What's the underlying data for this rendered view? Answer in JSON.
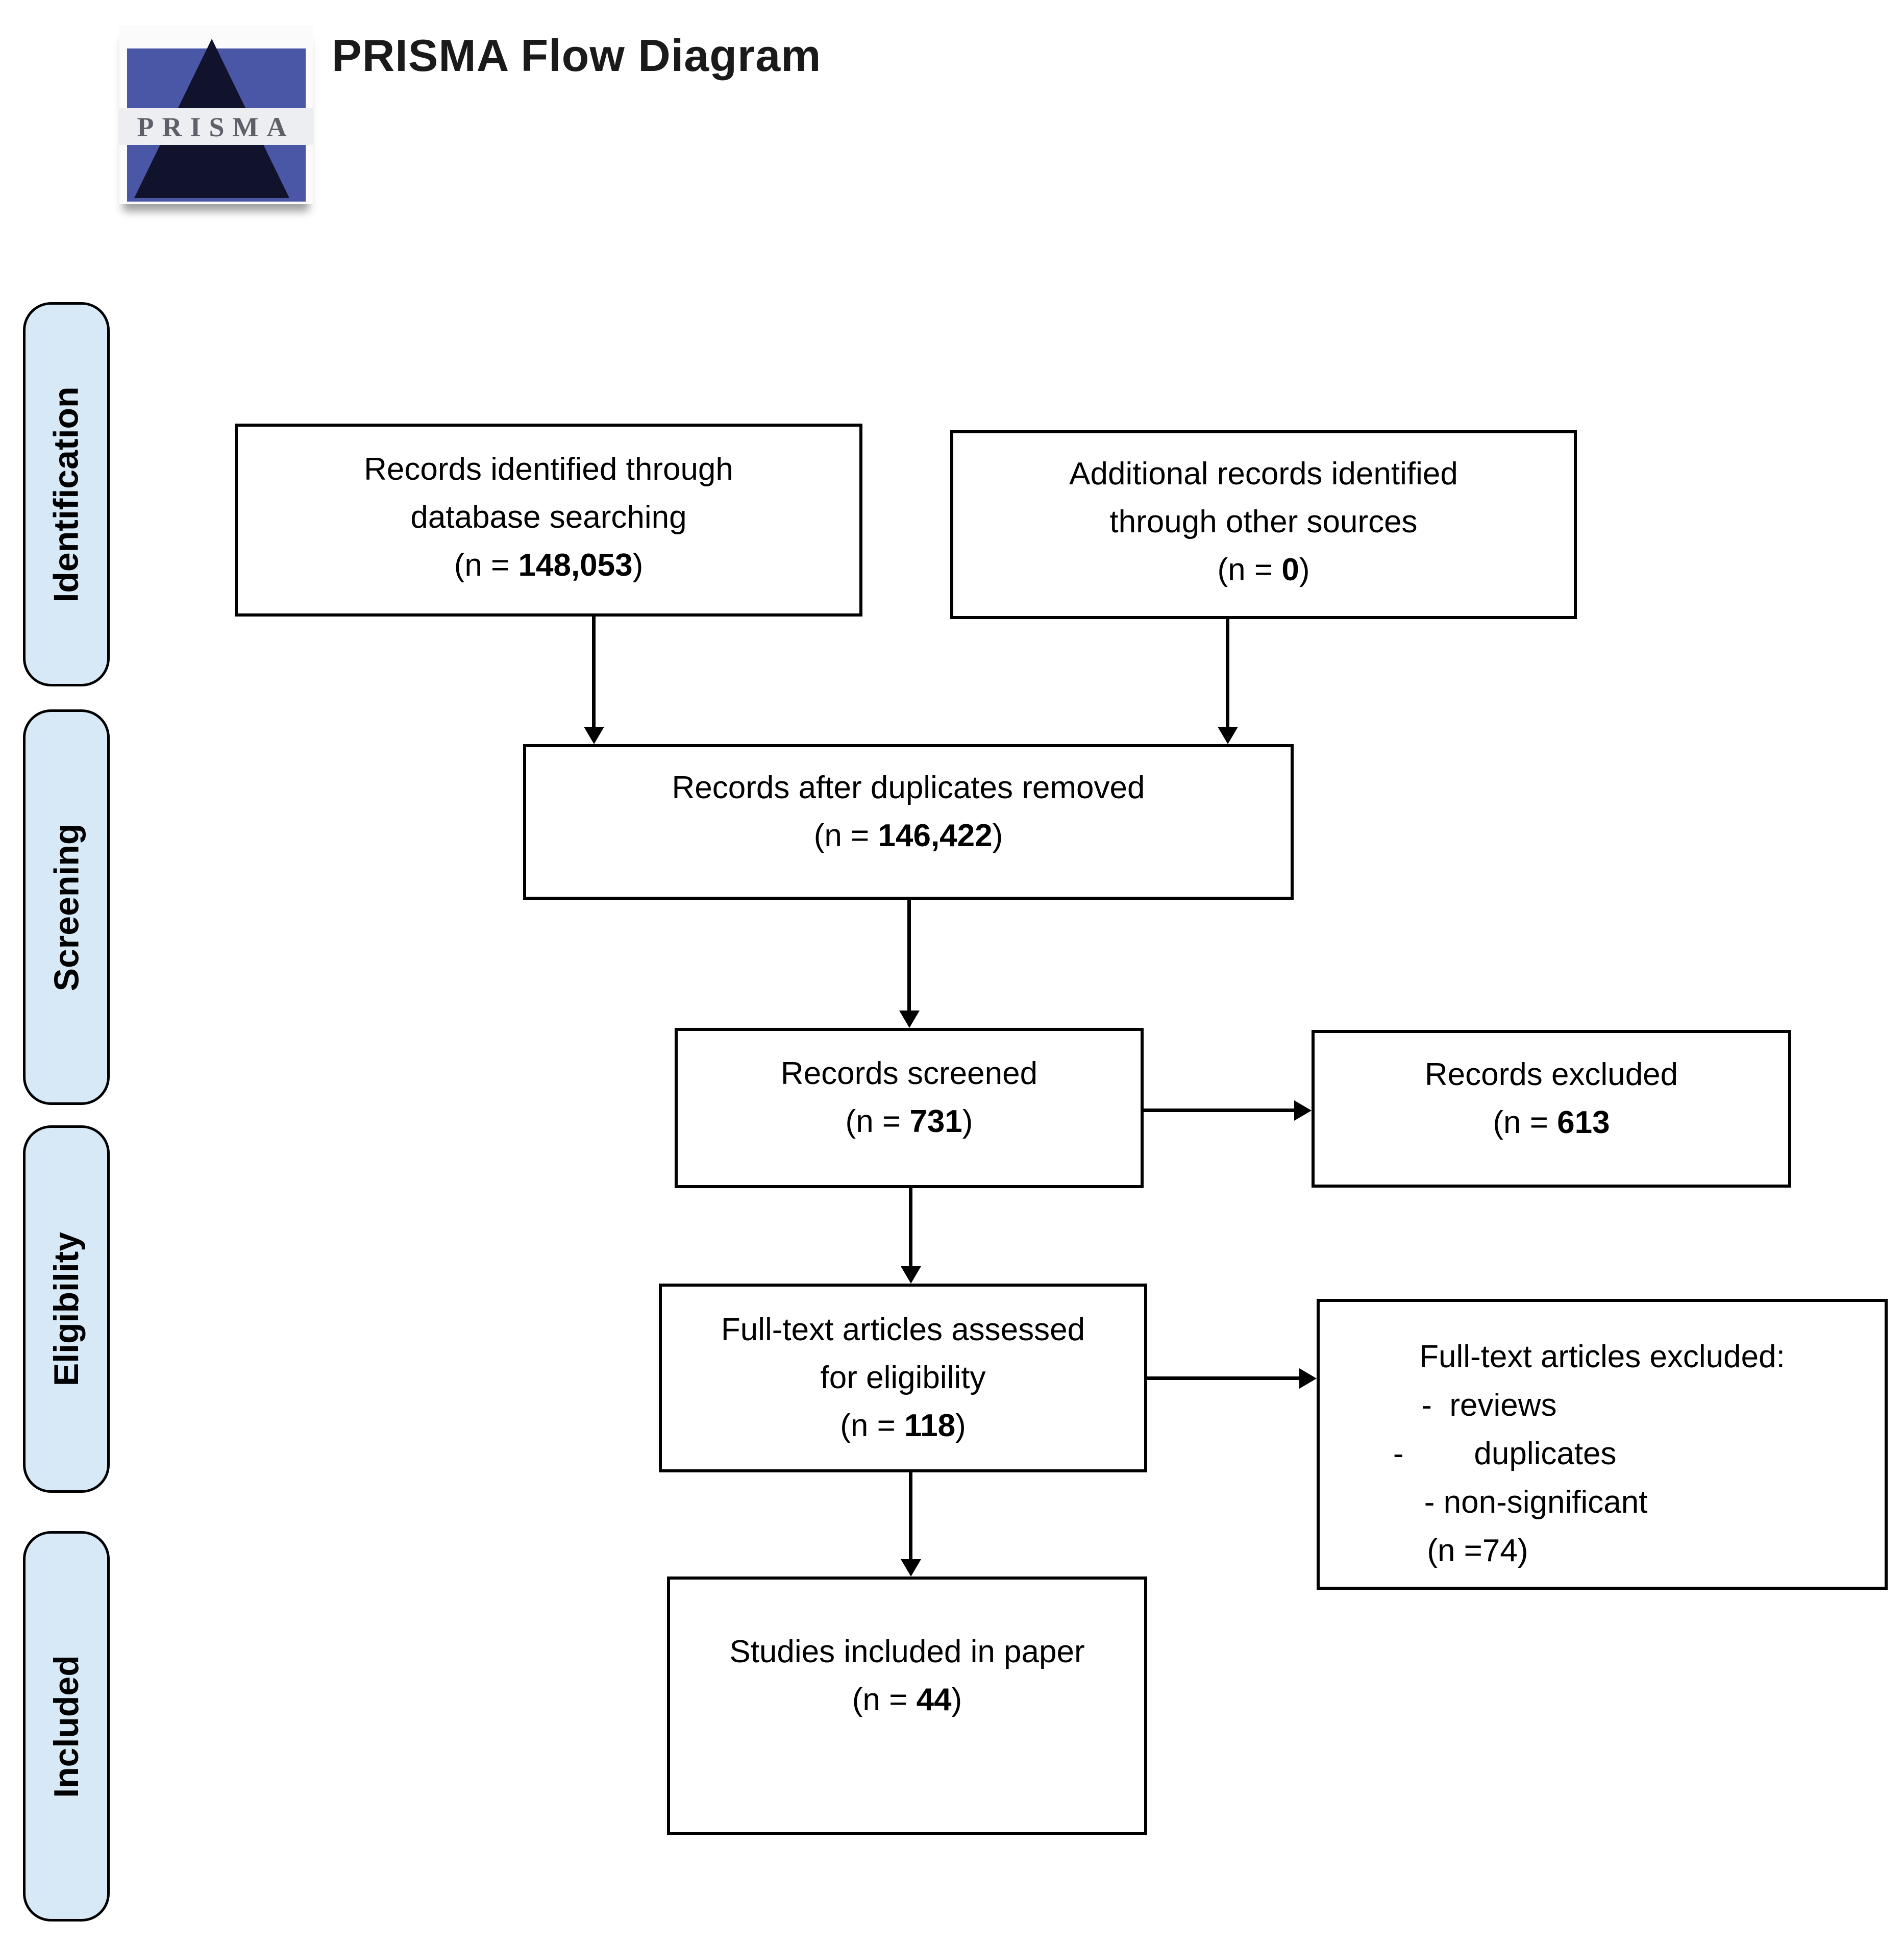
{
  "page": {
    "title": "PRISMA Flow Diagram"
  },
  "logo": {
    "text": "PRISMA"
  },
  "colors": {
    "sidebar_fill": "#d7e9f7",
    "line": "#000000",
    "box_bg": "#ffffff",
    "title_color": "#1a1a1a",
    "logo_blue": "#4a57a6",
    "logo_dark": "#10132b",
    "logo_band": "#edeef1",
    "logo_text": "#5e5f68"
  },
  "sidebar": {
    "items": [
      {
        "label": "Identification"
      },
      {
        "label": "Screening"
      },
      {
        "label": "Eligibility"
      },
      {
        "label": "Included"
      }
    ]
  },
  "flow": {
    "identified": {
      "line1": "Records identified through",
      "line2": "database searching",
      "n_pre": "(n = ",
      "n_val": "148,053",
      "n_post": ")"
    },
    "additional": {
      "line1": "Additional records identified",
      "line2": "through other sources",
      "n_pre": "(n = ",
      "n_val": "0",
      "n_post": ")"
    },
    "dedup": {
      "line1": "Records after duplicates removed",
      "n_pre": "(n = ",
      "n_val": "146,422",
      "n_post": ")"
    },
    "screened": {
      "line1": "Records screened",
      "n_pre": "(n = ",
      "n_val": "731",
      "n_post": ")"
    },
    "excluded": {
      "line1": "Records excluded",
      "n_pre": "(n = ",
      "n_val": "613",
      "n_post": ""
    },
    "fulltext": {
      "line1": "Full-text articles assessed",
      "line2": "for eligibility",
      "n_pre": "(n = ",
      "n_val": "118",
      "n_post": ")"
    },
    "ft_excluded": {
      "title": "Full-text articles excluded:",
      "item1": "-  reviews",
      "item2": "-        duplicates",
      "item3": "- non-significant",
      "n": "(n =74)"
    },
    "included_studies": {
      "line1": "Studies included in paper",
      "n_pre": "(n = ",
      "n_val": "44",
      "n_post": ")"
    }
  }
}
